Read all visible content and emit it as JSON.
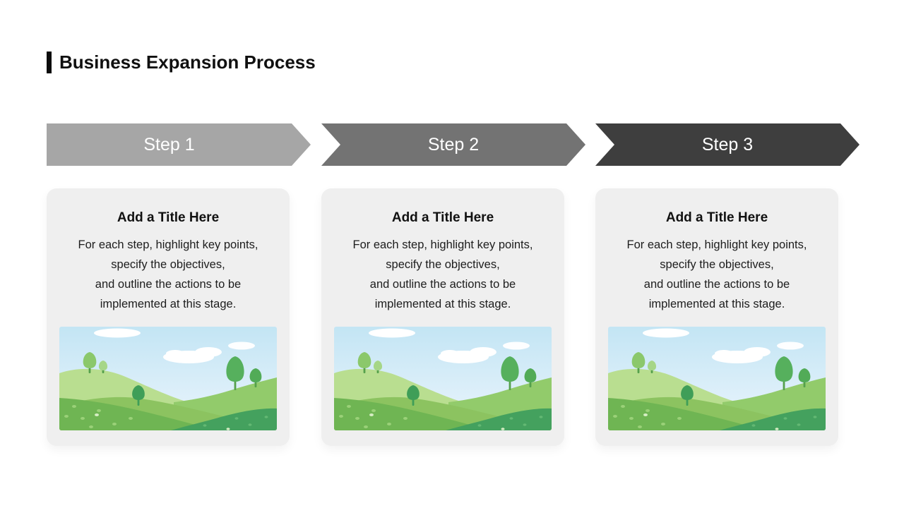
{
  "slide": {
    "background": "#ffffff",
    "title": "Business Expansion Process",
    "accent_bar_color": "#0c0c0c"
  },
  "steps": [
    {
      "label": "Step 1",
      "arrow_color": "#a6a6a6",
      "card": {
        "title": "Add a Title Here",
        "body": "For each step, highlight key points,\nspecify the objectives,\nand outline the actions to be\nimplemented at this stage."
      }
    },
    {
      "label": "Step 2",
      "arrow_color": "#737373",
      "card": {
        "title": "Add a Title Here",
        "body": "For each step, highlight key points,\nspecify the objectives,\nand outline the actions to be\nimplemented at this stage."
      }
    },
    {
      "label": "Step 3",
      "arrow_color": "#3e3e3e",
      "card": {
        "title": "Add a Title Here",
        "body": "For each step, highlight key points,\nspecify the objectives,\nand outline the actions to be\nimplemented at this stage."
      }
    }
  ],
  "card_style": {
    "background": "#efefef"
  },
  "illustration": {
    "name": "meadow-landscape",
    "sky_top": "#c3e5f4",
    "sky_mid": "#dff0fa",
    "sky_bottom": "#f1fafe",
    "cloud": "#ffffff",
    "hill_back_left": "#b9de90",
    "hill_right": "#92cb6b",
    "hill_middle": "#8cc360",
    "hill_front_left": "#6fb553",
    "hill_front_right": "#44a15e",
    "grass_dot_light": "#9ad178",
    "grass_dot_dark_hill": "#63b873",
    "grass_dot_pale": "#d6edc4",
    "tree_back_big": "#8bc86b",
    "tree_back_small": "#a6d687",
    "tree_middle": "#3f9e58",
    "tree_right_big": "#56b05d",
    "tree_right_small": "#52ab57",
    "trunk": "#55a04c"
  }
}
